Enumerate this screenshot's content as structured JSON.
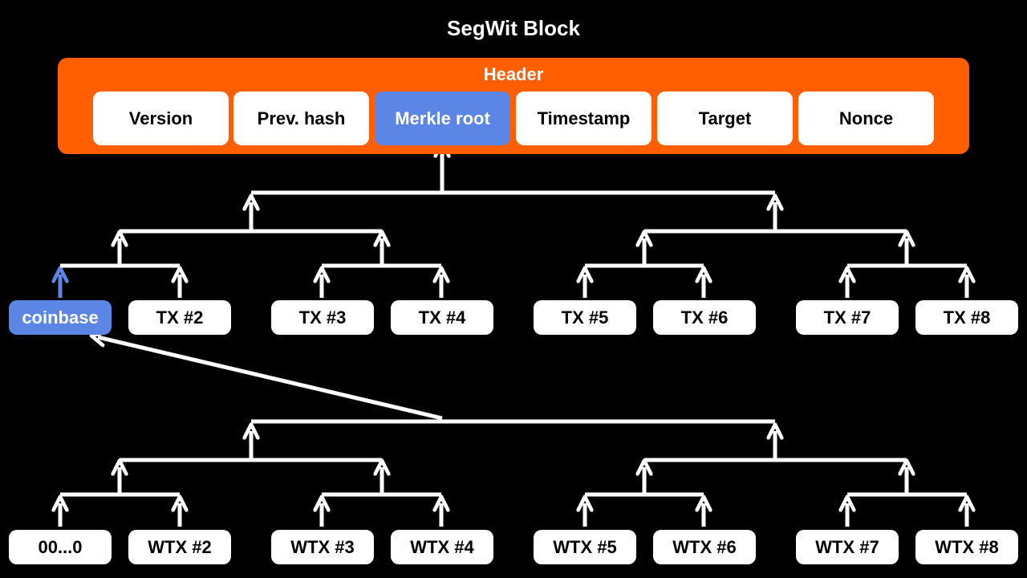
{
  "title": "SegWit Block",
  "header": {
    "label": "Header",
    "fields": [
      "Version",
      "Prev. hash",
      "Merkle root",
      "Timestamp",
      "Target",
      "Nonce"
    ]
  },
  "tx_row": [
    "coinbase",
    "TX #2",
    "TX #3",
    "TX #4",
    "TX #5",
    "TX #6",
    "TX #7",
    "TX #8"
  ],
  "wtx_row": [
    "00...0",
    "WTX #2",
    "WTX #3",
    "WTX #4",
    "WTX #5",
    "WTX #6",
    "WTX #7",
    "WTX #8"
  ],
  "colors": {
    "background": "#000000",
    "header": "#ff5f00",
    "highlight": "#5b86e5",
    "box": "#ffffff"
  }
}
